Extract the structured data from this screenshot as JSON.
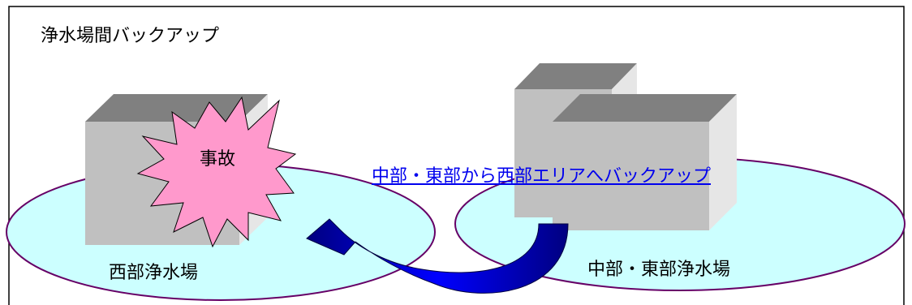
{
  "title": "浄水場間バックアップ",
  "accident_label": "事故",
  "backup_link": "中部・東部から西部エリアへバックアップ",
  "west_plant_label": "西部浄水場",
  "central_east_plant_label": "中部・東部浄水場",
  "colors": {
    "frame": "#000000",
    "ellipse_fill": "#ccffff",
    "ellipse_stroke": "#660066",
    "box_front": "#c0c0c0",
    "box_top": "#808080",
    "box_side": "#e0e0e0",
    "burst_fill": "#ff99cc",
    "burst_stroke": "#000000",
    "arrow_fill": "#0000cc",
    "link": "#0000ee"
  }
}
